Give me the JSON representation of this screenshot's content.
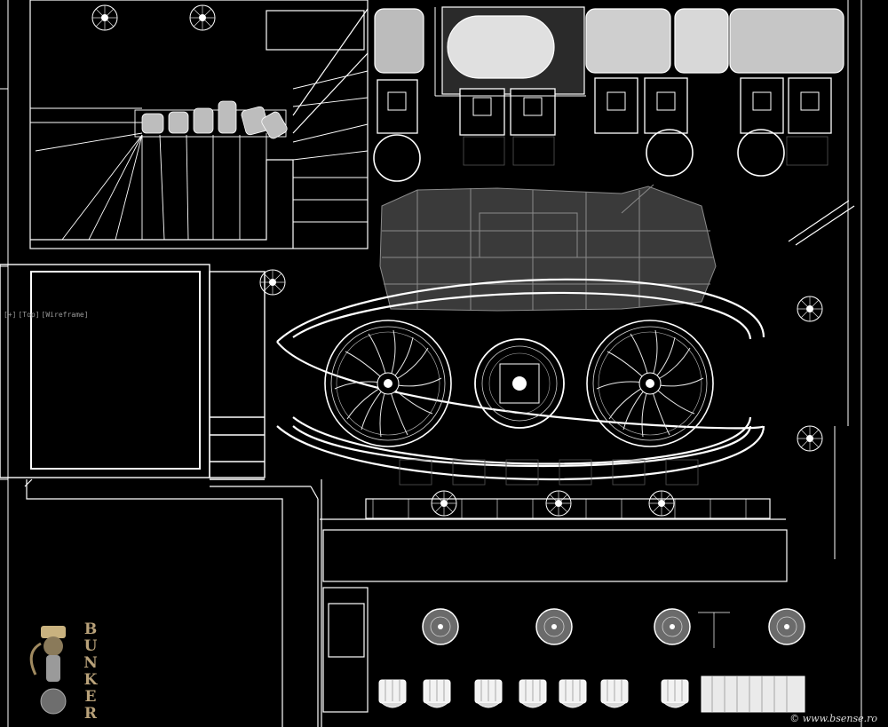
{
  "viewport": {
    "label_parts": [
      "[+]",
      "[Top]",
      "[Wireframe]"
    ],
    "background": "#000000",
    "line_color": "#ffffff"
  },
  "brand": {
    "letters": [
      "B",
      "U",
      "N",
      "K",
      "E",
      "R"
    ],
    "color": "#b9a27a"
  },
  "copyright": {
    "text": "© www.bsense.ro"
  },
  "icons": {
    "logo": "robot-mascot-icon",
    "fan": "fan-wheel-icon",
    "plant": "potted-plant-icon"
  }
}
